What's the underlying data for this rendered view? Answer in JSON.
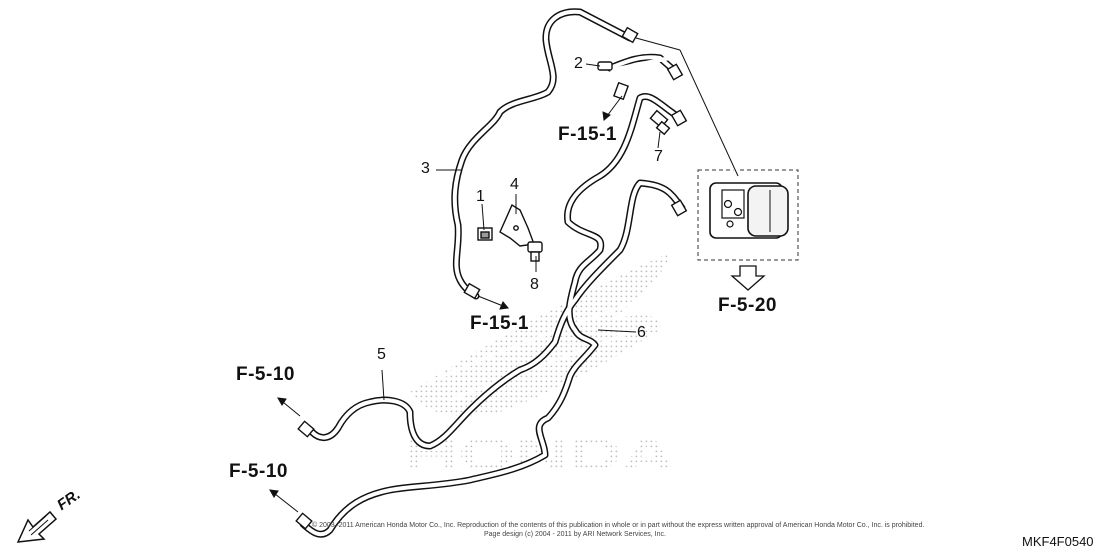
{
  "watermark": {
    "text": "HONDA"
  },
  "part_numbers": [
    "1",
    "2",
    "3",
    "4",
    "5",
    "6",
    "7",
    "8"
  ],
  "references": {
    "ref_f15_top": "F-15-1",
    "ref_f15_mid": "F-15-1",
    "ref_f520": "F-5-20",
    "ref_f510_upper": "F-5-10",
    "ref_f510_lower": "F-5-10"
  },
  "front_indicator": "FR.",
  "copyright_line1": "© 2003–2011 American Honda Motor Co., Inc. Reproduction of the contents of this publication in whole or in part without the express written approval of American Honda Motor Co., Inc. is prohibited.",
  "copyright_line2": "Page design (c) 2004 - 2011 by ARI Network Services, Inc.",
  "diagram_code": "MKF4F0540"
}
